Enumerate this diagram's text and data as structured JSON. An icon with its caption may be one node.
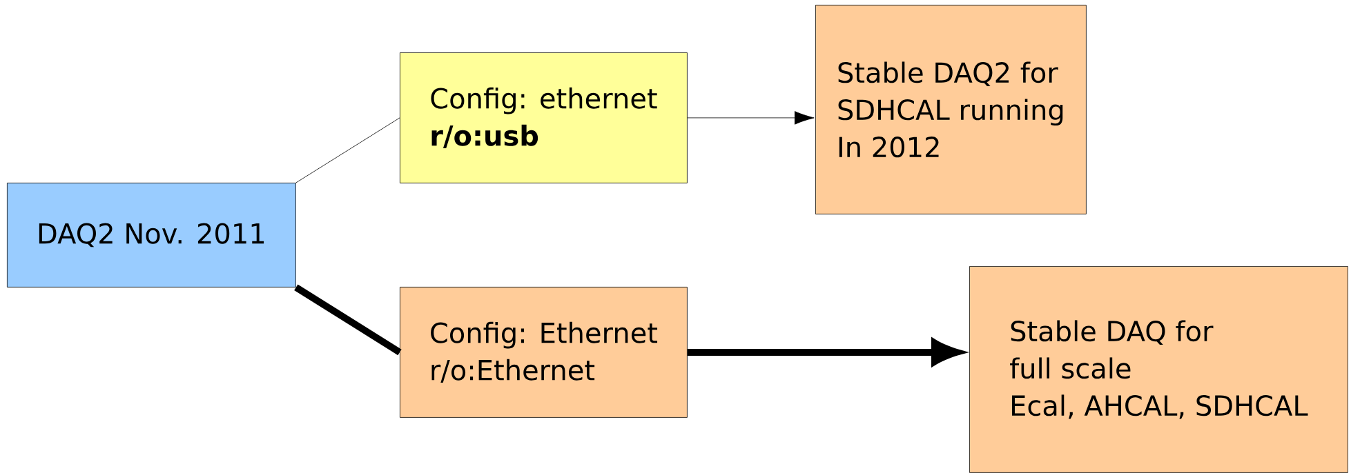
{
  "diagram": {
    "nodes": [
      {
        "text": [
          "DAQ2 Nov. 2011"
        ]
      },
      {
        "text": [
          "Config: ethernet",
          "r/o:usb"
        ]
      },
      {
        "text": [
          "Stable DAQ2 for",
          "SDHCAL running",
          "In 2012"
        ]
      },
      {
        "text": [
          "Config: Ethernet",
          "r/o:Ethernet"
        ]
      },
      {
        "text": [
          "Stable DAQ for",
          "full scale",
          "Ecal, AHCAL, SDHCAL"
        ]
      }
    ],
    "edges": [
      {
        "from": 0,
        "to": 1,
        "arrow": "none"
      },
      {
        "from": 1,
        "to": 2,
        "arrow": "to"
      },
      {
        "from": 0,
        "to": 3,
        "arrow": "none",
        "style": "thick"
      },
      {
        "from": 3,
        "to": 4,
        "arrow": "to",
        "style": "thick"
      }
    ]
  }
}
